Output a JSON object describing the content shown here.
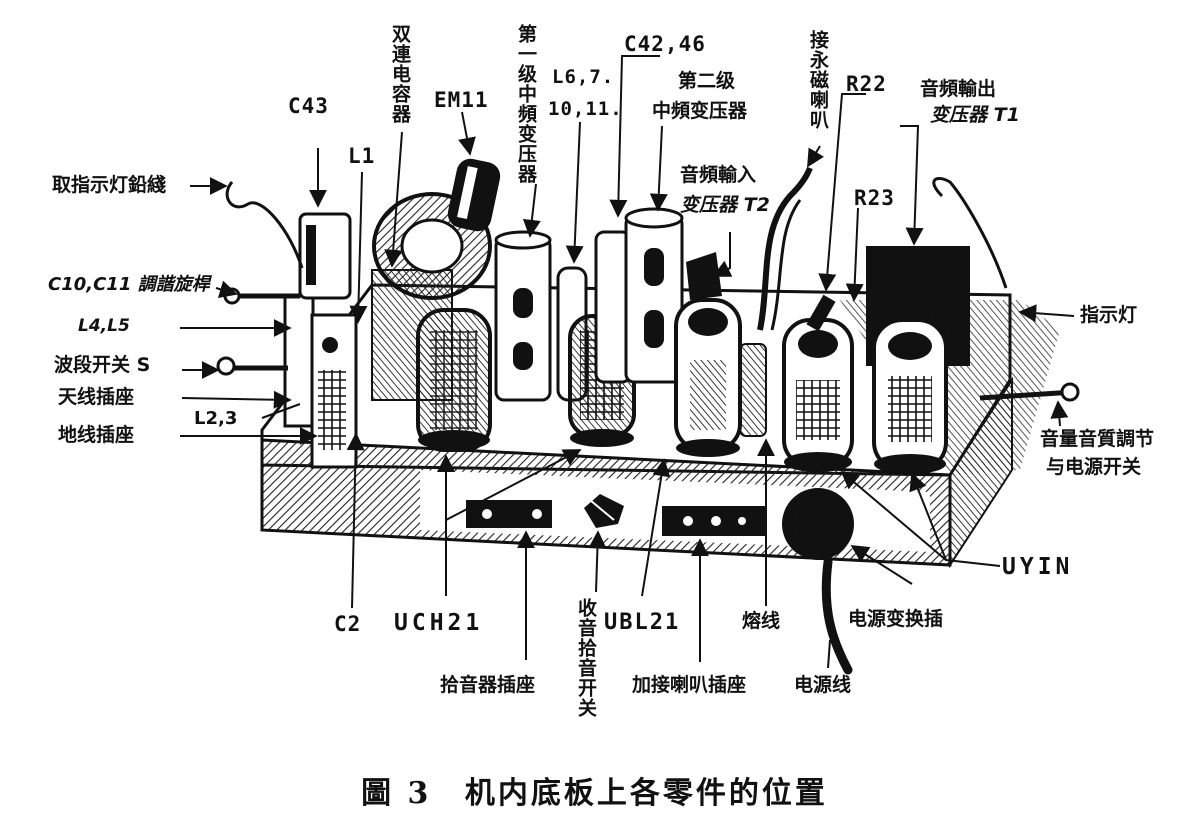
{
  "caption": {
    "fig_label": "圖 3",
    "title": "机内底板上各零件的位置"
  },
  "labels": {
    "indicator_lamp_lead": "取指示灯鉛綫",
    "tuning_rod": "C10,C11 調諧旋桿",
    "l4_l5": "L4,L5",
    "band_switch": "波段开关 S",
    "antenna_socket": "天线插座",
    "ground_socket": "地线插座",
    "l2_3": "L2,3",
    "c43": "C43",
    "l1": "L1",
    "dual_capacitor": "双連电容器",
    "em11": "EM11",
    "first_if": "第一级中頻变压器",
    "l6_7": "L6,7.",
    "l10_11": "10,11.",
    "c42_46": "C42,46",
    "second_if_1": "第二级",
    "second_if_2": "中頻变压器",
    "audio_in_xfmr_1": "音頻輸入",
    "audio_in_xfmr_2": "变压器 T2",
    "to_speaker": "接永磁喇叭",
    "r22": "R22",
    "audio_out_xfmr_1": "音頻輸出",
    "audio_out_xfmr_2": "变压器 T1",
    "r23": "R23",
    "indicator_lamp": "指示灯",
    "volume_tone_1": "音量音質調节",
    "volume_tone_2": "与电源开关",
    "uyin": "UYIN",
    "power_switch_plug": "电源变换插",
    "power_cord": "电源线",
    "fuse": "熔线",
    "ubl21": "UBL21",
    "ext_speaker_socket": "加接喇叭插座",
    "radio_phono_switch": "收音拾音开关",
    "pickup_socket": "拾音器插座",
    "uch21": "UCH21",
    "c2": "C2"
  }
}
